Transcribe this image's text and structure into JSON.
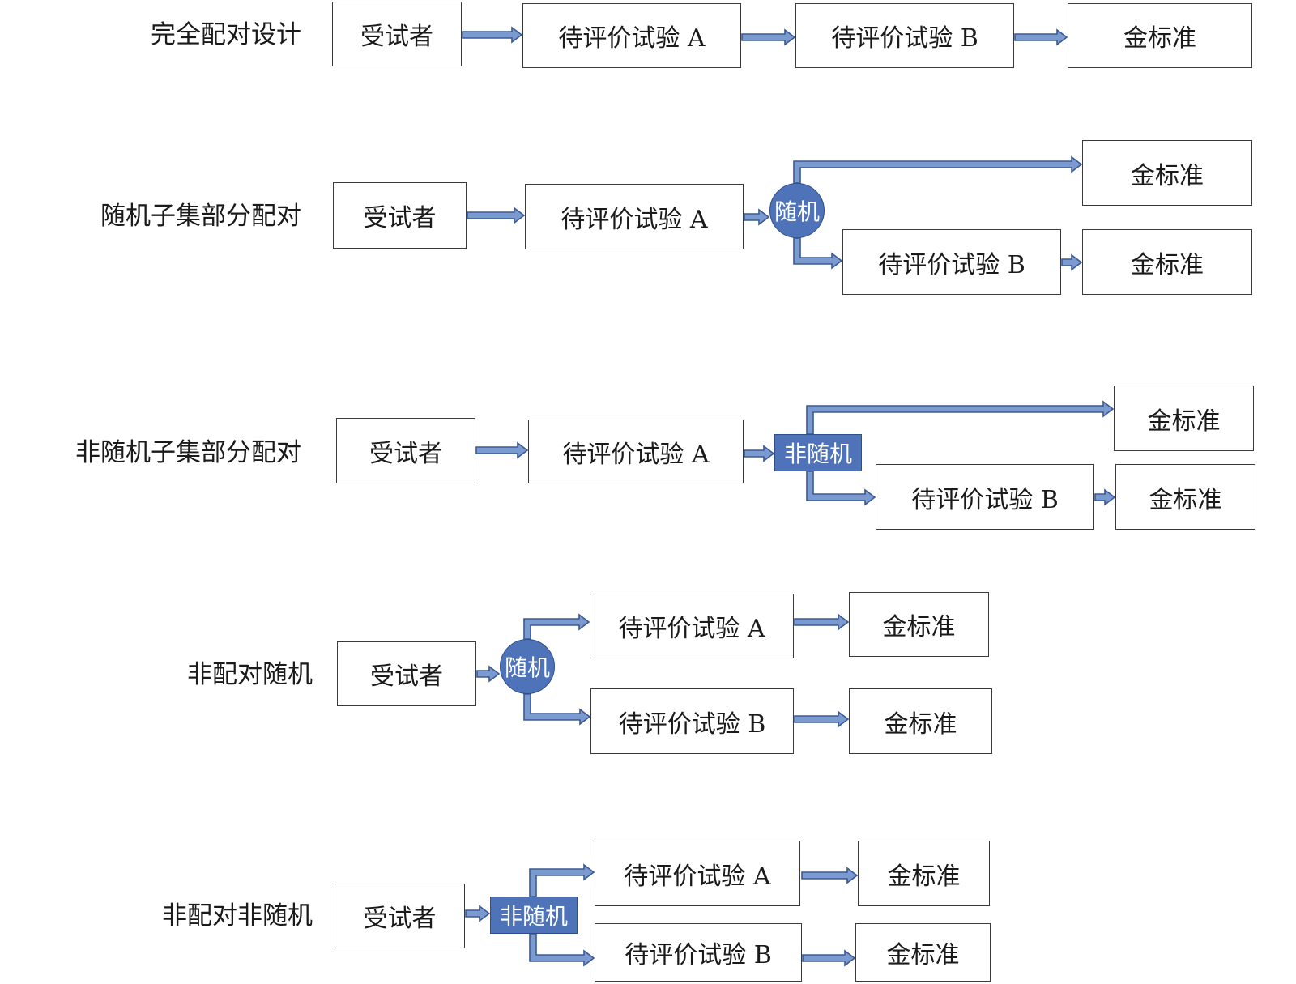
{
  "colors": {
    "arrow_fill": "#7b9bd0",
    "arrow_stroke": "#3b5a94",
    "node_fill": "#4f73b8",
    "box_border": "#3a3a3a"
  },
  "rows": [
    {
      "label": "完全配对设计",
      "subject": "受试者",
      "test_a": "待评价试验 A",
      "test_b": "待评价试验 B",
      "gold": "金标准"
    },
    {
      "label": "随机子集部分配对",
      "subject": "受试者",
      "test_a": "待评价试验 A",
      "node": "随机",
      "node_shape": "circle",
      "gold_top": "金标准",
      "test_b": "待评价试验 B",
      "gold_bottom": "金标准"
    },
    {
      "label": "非随机子集部分配对",
      "subject": "受试者",
      "test_a": "待评价试验 A",
      "node": "非随机",
      "node_shape": "rectangle",
      "gold_top": "金标准",
      "test_b": "待评价试验 B",
      "gold_bottom": "金标准"
    },
    {
      "label": "非配对随机",
      "subject": "受试者",
      "node": "随机",
      "node_shape": "circle",
      "test_a": "待评价试验 A",
      "gold_a": "金标准",
      "test_b": "待评价试验 B",
      "gold_b": "金标准"
    },
    {
      "label": "非配对非随机",
      "subject": "受试者",
      "node": "非随机",
      "node_shape": "rectangle",
      "test_a": "待评价试验 A",
      "gold_a": "金标准",
      "test_b": "待评价试验 B",
      "gold_b": "金标准"
    }
  ]
}
